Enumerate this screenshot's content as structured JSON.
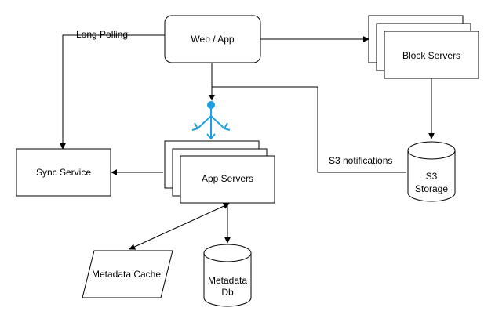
{
  "nodes": {
    "web_app": "Web / App",
    "block_servers": "Block Servers",
    "sync_service": "Sync Service",
    "app_servers": "App Servers",
    "s3_storage_line1": "S3",
    "s3_storage_line2": "Storage",
    "metadata_cache": "Metadata Cache",
    "metadata_db_line1": "Metadata",
    "metadata_db_line2": "Db"
  },
  "edges": {
    "long_polling": "Long Polling",
    "s3_notifications": "S3 notifications"
  },
  "icons": {
    "load_balancer": "load-balancer-icon"
  },
  "colors": {
    "load_balancer": "#1ba1e2",
    "stroke": "#000000"
  }
}
